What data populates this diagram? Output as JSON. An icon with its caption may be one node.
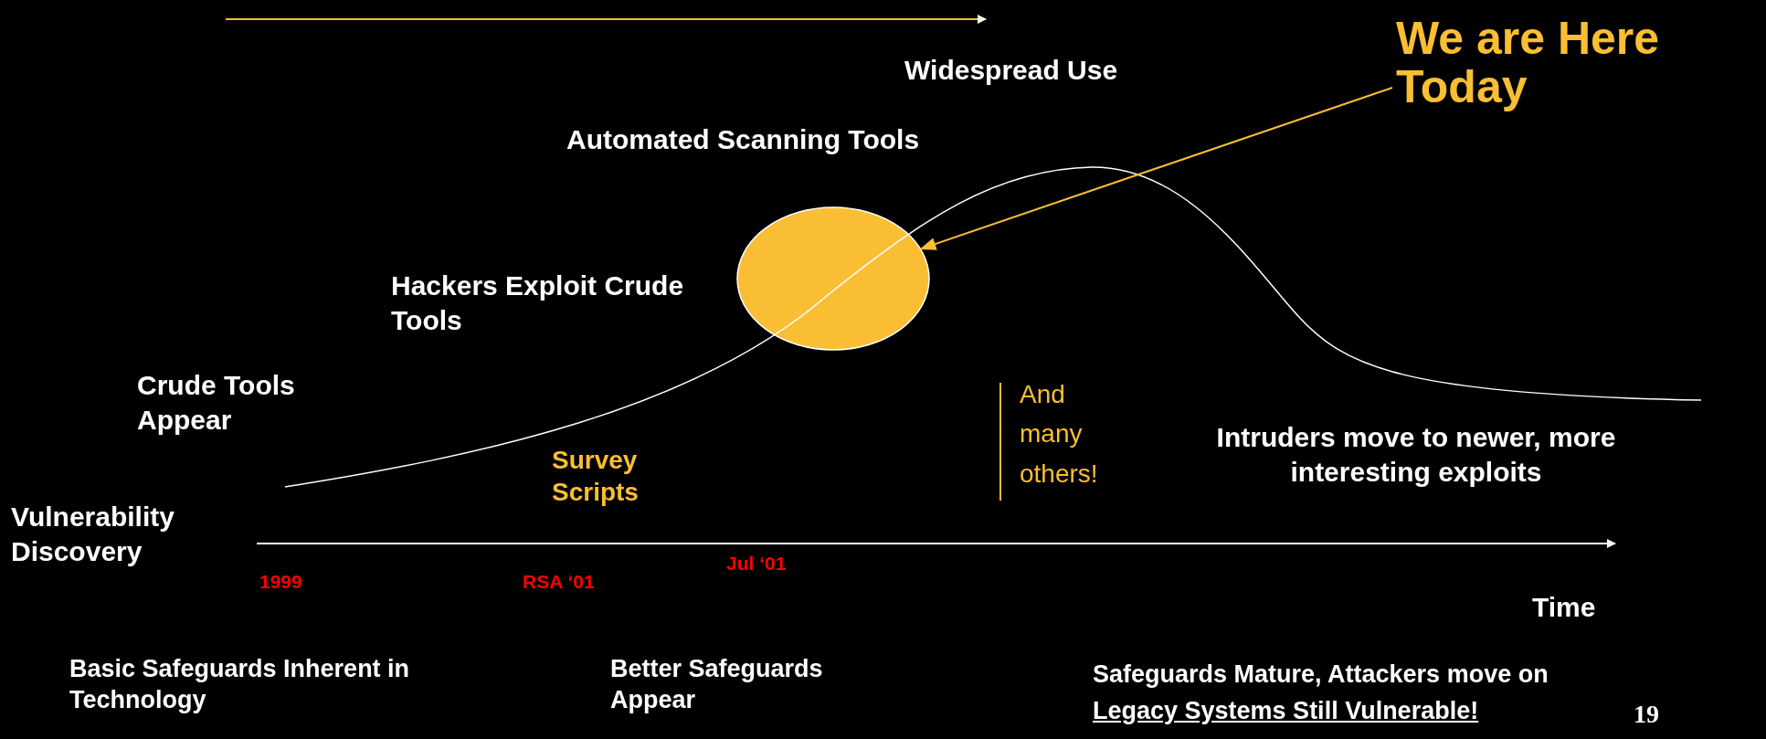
{
  "diagram": {
    "nodes": [
      {
        "text": [
          "We are Here Today"
        ]
      },
      {
        "text": [],
        "shape": "circle"
      }
    ],
    "edges": [
      {
        "from": 0,
        "to": 1,
        "arrow": "to"
      }
    ],
    "labels": [
      "Widespread Use",
      "Automated Scanning Tools",
      "Hackers Exploit Crude Tools",
      "Crude Tools Appear",
      "And many others!",
      "Survey Scripts",
      "Intruders move to newer, more interesting exploits",
      "Vulnerability Discovery",
      "Jul ‘01",
      "1999",
      "RSA ‘01",
      "Time",
      "Basic Safeguards Inherent in Technology",
      "Better Safeguards Appear",
      "Safeguards Mature, Attackers move on",
      "Legacy Systems Still Vulnerable!",
      "19"
    ]
  }
}
